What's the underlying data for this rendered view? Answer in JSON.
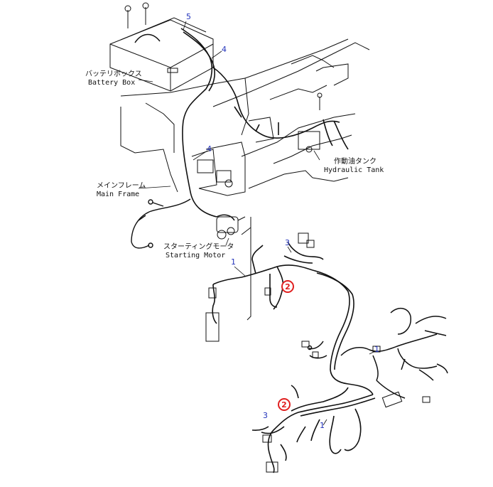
{
  "labels": {
    "battery_box_jp": "バッテリボックス",
    "battery_box_en": "Battery Box",
    "hydraulic_tank_jp": "作動油タンク",
    "hydraulic_tank_en": "Hydraulic Tank",
    "main_frame_jp": "メインフレーム",
    "main_frame_en": "Main Frame",
    "starting_motor_jp": "スターティングモータ",
    "starting_motor_en": "Starting Motor"
  },
  "callouts": {
    "n5": "5",
    "n4_top": "4",
    "n4_mid": "4",
    "n3_top": "3",
    "n1_left": "1",
    "n1_right": "1",
    "n3_bottom": "3",
    "n1_bottom": "1"
  },
  "highlight_refs": {
    "ref_upper": "2",
    "ref_lower": "2"
  },
  "colors": {
    "line": "#111111",
    "callout": "#2233bb",
    "highlight": "#e02020"
  }
}
